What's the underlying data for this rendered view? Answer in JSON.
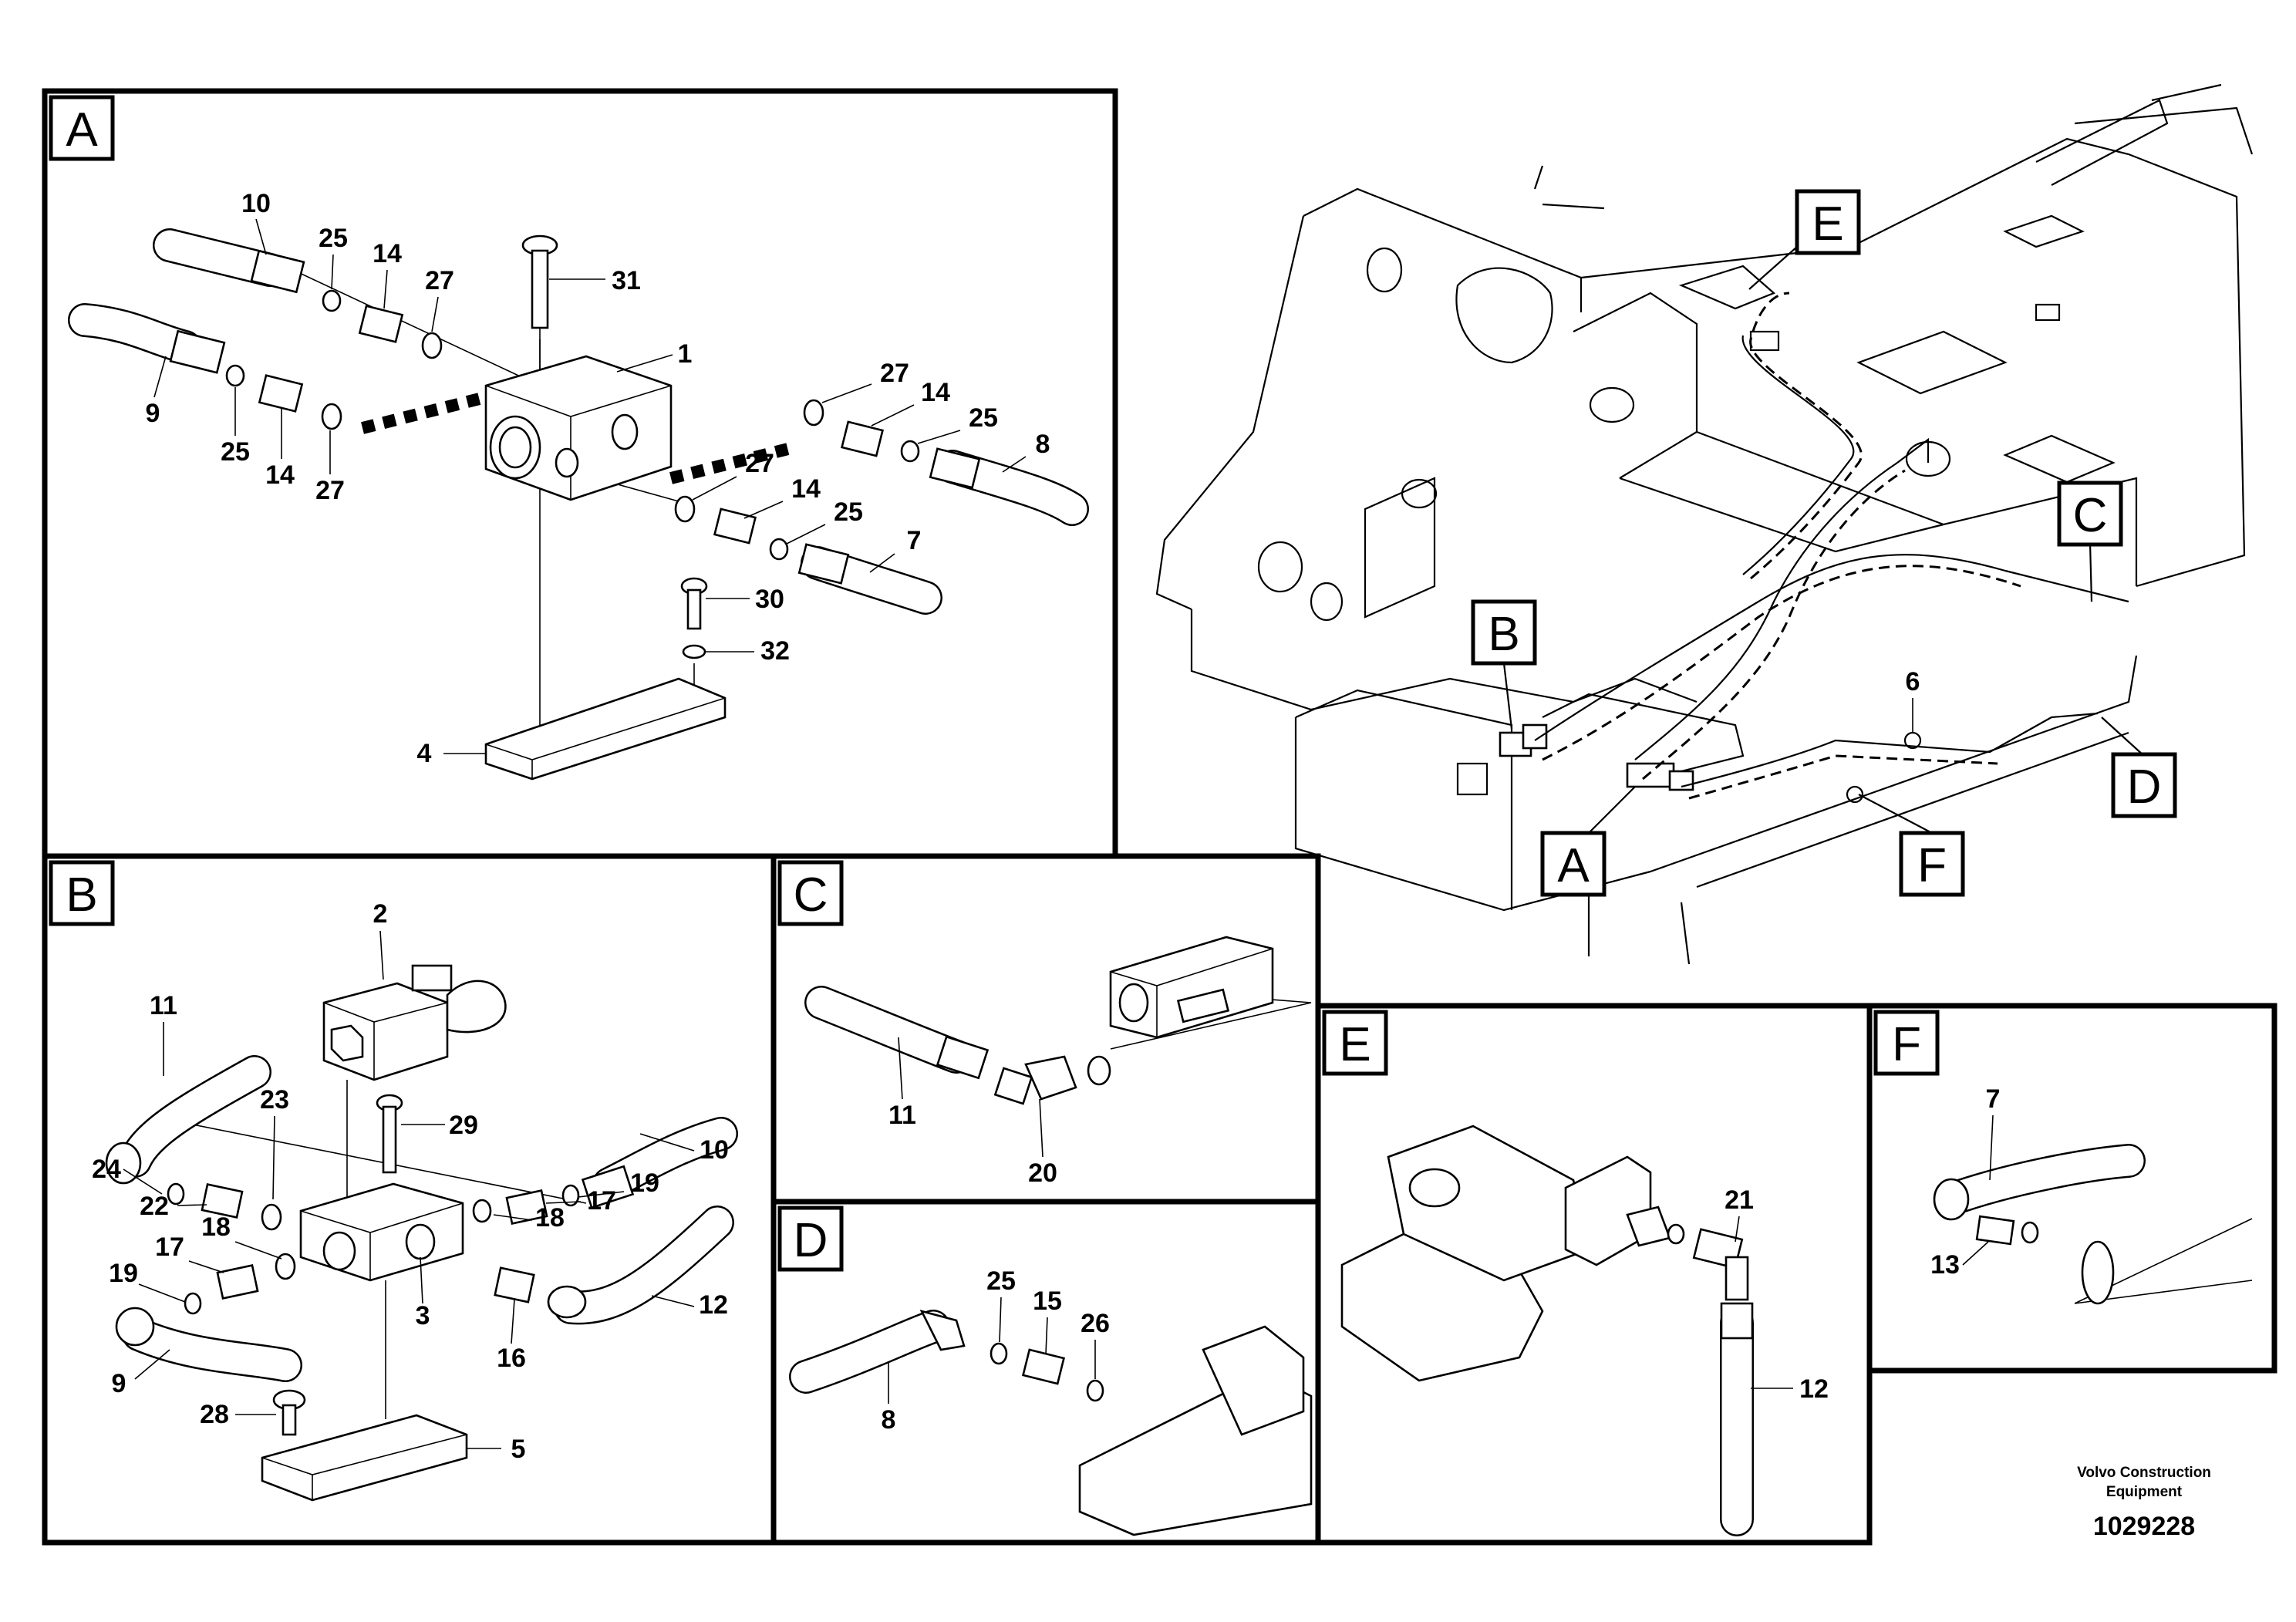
{
  "panels": {
    "A": {
      "tag": "A",
      "callouts": [
        "10",
        "25",
        "14",
        "27",
        "31",
        "1",
        "9",
        "25",
        "14",
        "27",
        "27",
        "14",
        "25",
        "8",
        "27",
        "14",
        "25",
        "7",
        "30",
        "32",
        "4"
      ]
    },
    "B": {
      "tag": "B",
      "callouts": [
        "2",
        "11",
        "23",
        "29",
        "10",
        "24",
        "22",
        "19",
        "18",
        "17",
        "19",
        "18",
        "17",
        "3",
        "16",
        "12",
        "9",
        "28",
        "5"
      ]
    },
    "C": {
      "tag": "C",
      "callouts": [
        "11",
        "20"
      ]
    },
    "D": {
      "tag": "D",
      "callouts": [
        "25",
        "15",
        "26",
        "8"
      ]
    },
    "E": {
      "tag": "E",
      "callouts": [
        "21",
        "12"
      ]
    },
    "F": {
      "tag": "F",
      "callouts": [
        "7",
        "13"
      ]
    }
  },
  "overview": {
    "tags": [
      "E",
      "C",
      "B",
      "A",
      "F",
      "D"
    ],
    "callouts": [
      "6"
    ]
  },
  "footer": {
    "brand_line1": "Volvo Construction",
    "brand_line2": "Equipment",
    "figure_number": "1029228"
  },
  "colors": {
    "ink": "#000000",
    "paper": "#ffffff"
  }
}
